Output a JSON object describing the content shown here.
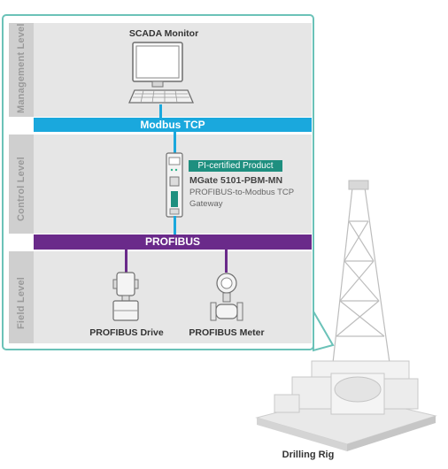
{
  "levels": {
    "management": "Management Level",
    "control": "Control Level",
    "field": "Field Level"
  },
  "scada": {
    "title": "SCADA Monitor"
  },
  "modbus_bus": {
    "label": "Modbus TCP",
    "color": "#1aa8dd"
  },
  "gateway": {
    "badge": "PI-certified Product",
    "badge_color": "#1e8f7f",
    "model": "MGate 5101-PBM-MN",
    "description_line1": "PROFIBUS-to-Modbus TCP",
    "description_line2": "Gateway"
  },
  "profibus_bus": {
    "label": "PROFIBUS",
    "color": "#6a2a8a"
  },
  "devices": {
    "drive": "PROFIBUS Drive",
    "meter": "PROFIBUS Meter"
  },
  "rig": {
    "label": "Drilling Rig"
  },
  "frame_color": "#6bc2b8"
}
